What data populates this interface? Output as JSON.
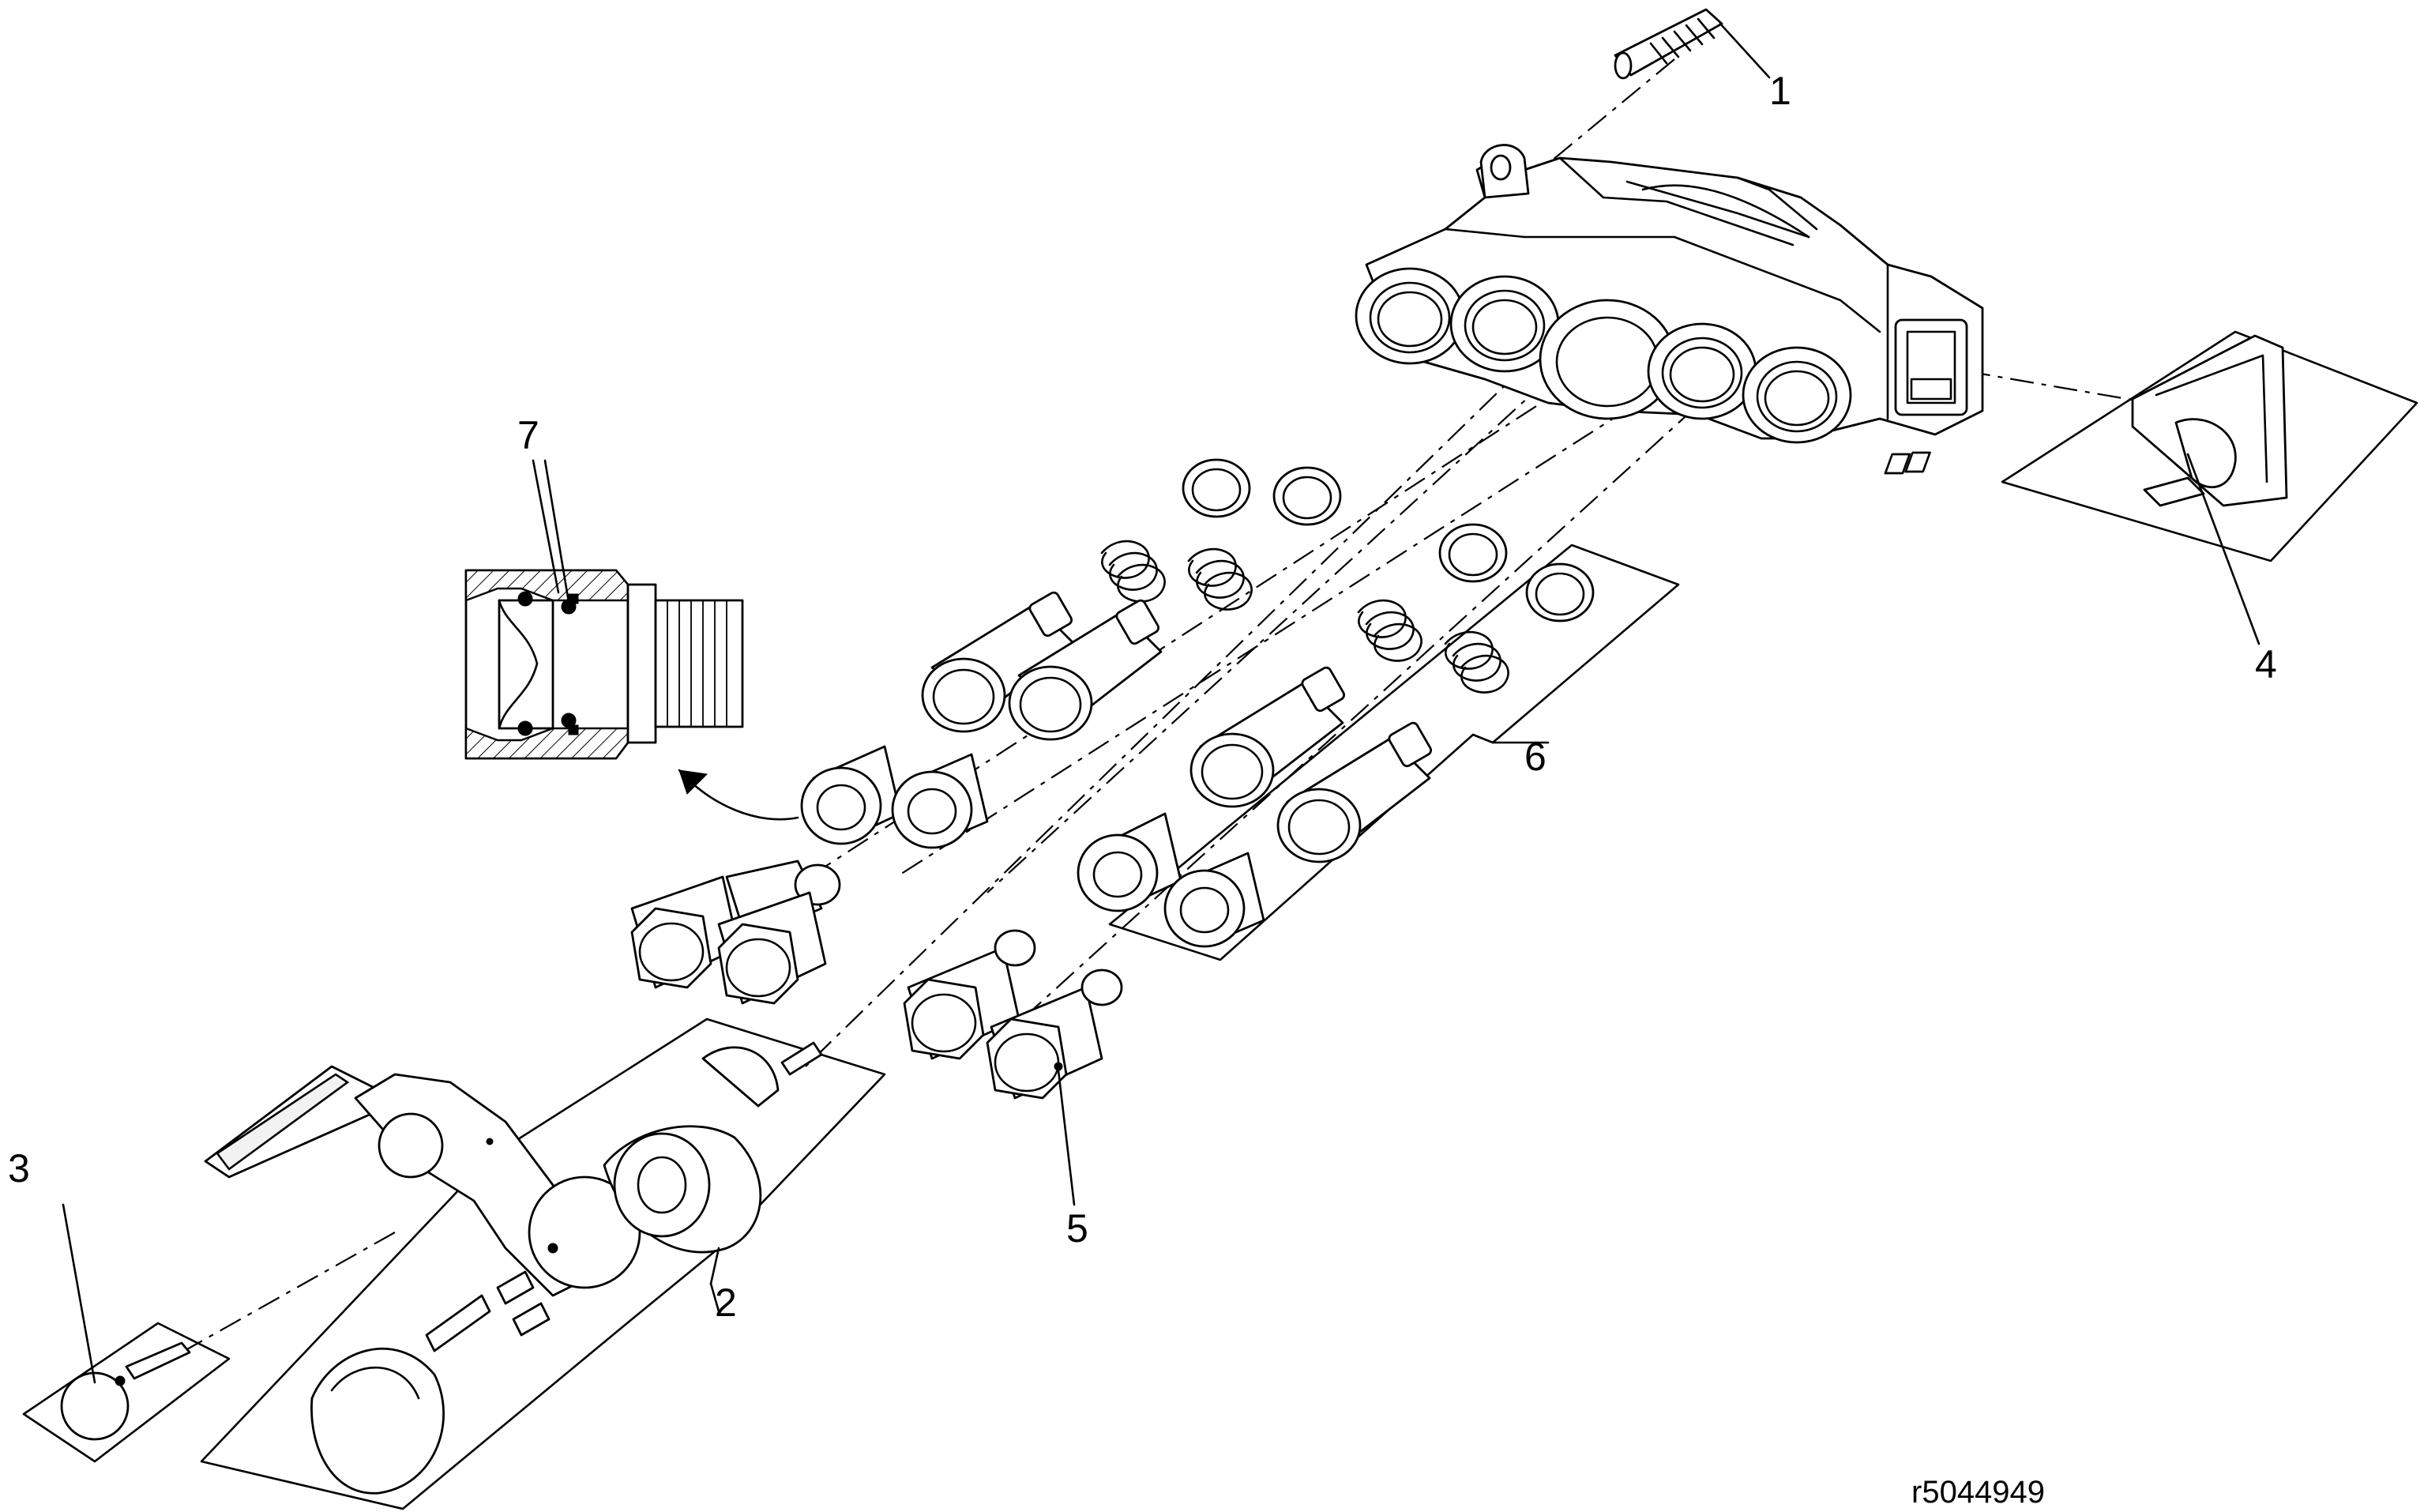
{
  "drawing_number": "r5044949",
  "callouts": {
    "c1": "1",
    "c2": "2",
    "c3": "3",
    "c4": "4",
    "c5": "5",
    "c6": "6",
    "c7": "7"
  }
}
